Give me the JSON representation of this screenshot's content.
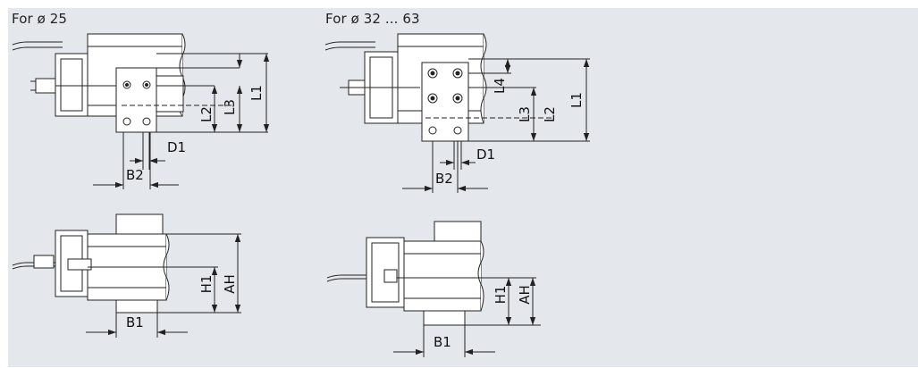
{
  "colors": {
    "panel_bg": "#e4e8ec",
    "part_fill": "#ffffff",
    "line": "#222222"
  },
  "captions": {
    "left": "For ø 25",
    "right": "For ø 32 ... 63"
  },
  "labels": {
    "L1": "L1",
    "L2": "L2",
    "L3": "L3",
    "L4": "L4",
    "D1": "D1",
    "B1": "B1",
    "B2": "B2",
    "H1": "H1",
    "AH": "AH"
  }
}
